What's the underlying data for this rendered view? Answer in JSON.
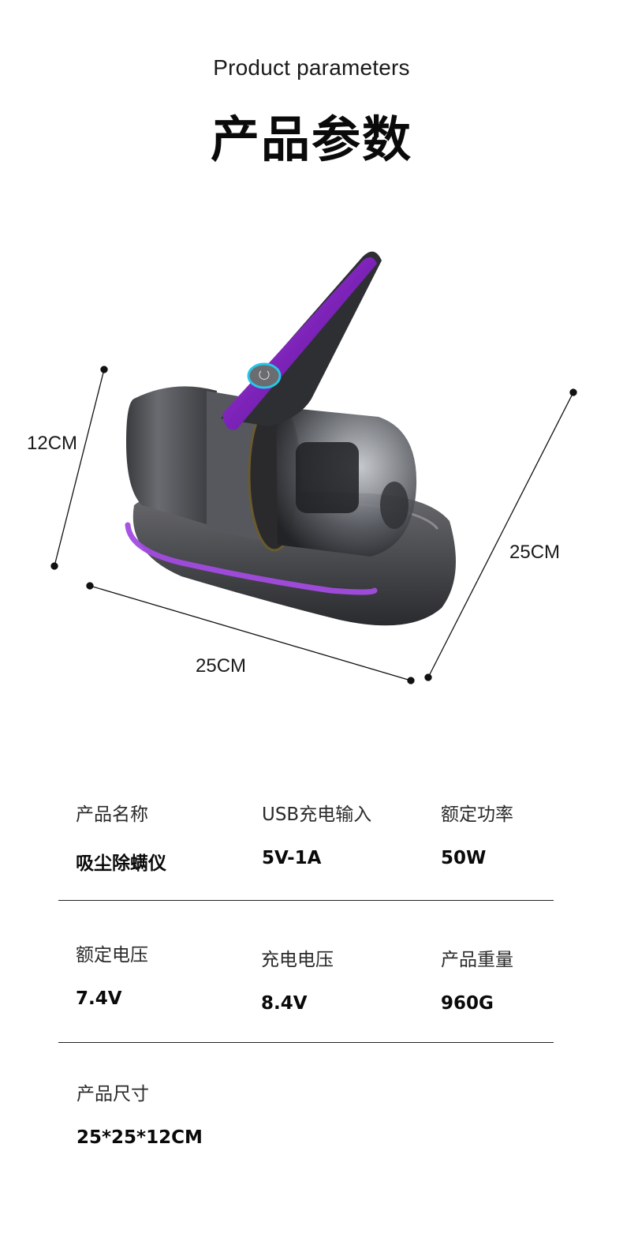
{
  "header": {
    "subtitle": "Product parameters",
    "title": "产品参数"
  },
  "diagram": {
    "product": "handheld-mite-removal-vacuum",
    "accent_color": "#8b2fc9",
    "body_color": "#4a4b4f",
    "button_ring_color": "#27c6e6",
    "dimensions": {
      "height": "12CM",
      "length": "25CM",
      "width": "25CM"
    }
  },
  "params": {
    "rows": [
      [
        {
          "label": "产品名称",
          "value": "吸尘除螨仪"
        },
        {
          "label": "USB充电输入",
          "value": "5V-1A"
        },
        {
          "label": "额定功率",
          "value": "50W"
        }
      ],
      [
        {
          "label": "额定电压",
          "value": "7.4V"
        },
        {
          "label": "充电电压",
          "value": "8.4V"
        },
        {
          "label": "产品重量",
          "value": "960G"
        }
      ],
      [
        {
          "label": "产品尺寸",
          "value": "25*25*12CM"
        }
      ]
    ]
  }
}
